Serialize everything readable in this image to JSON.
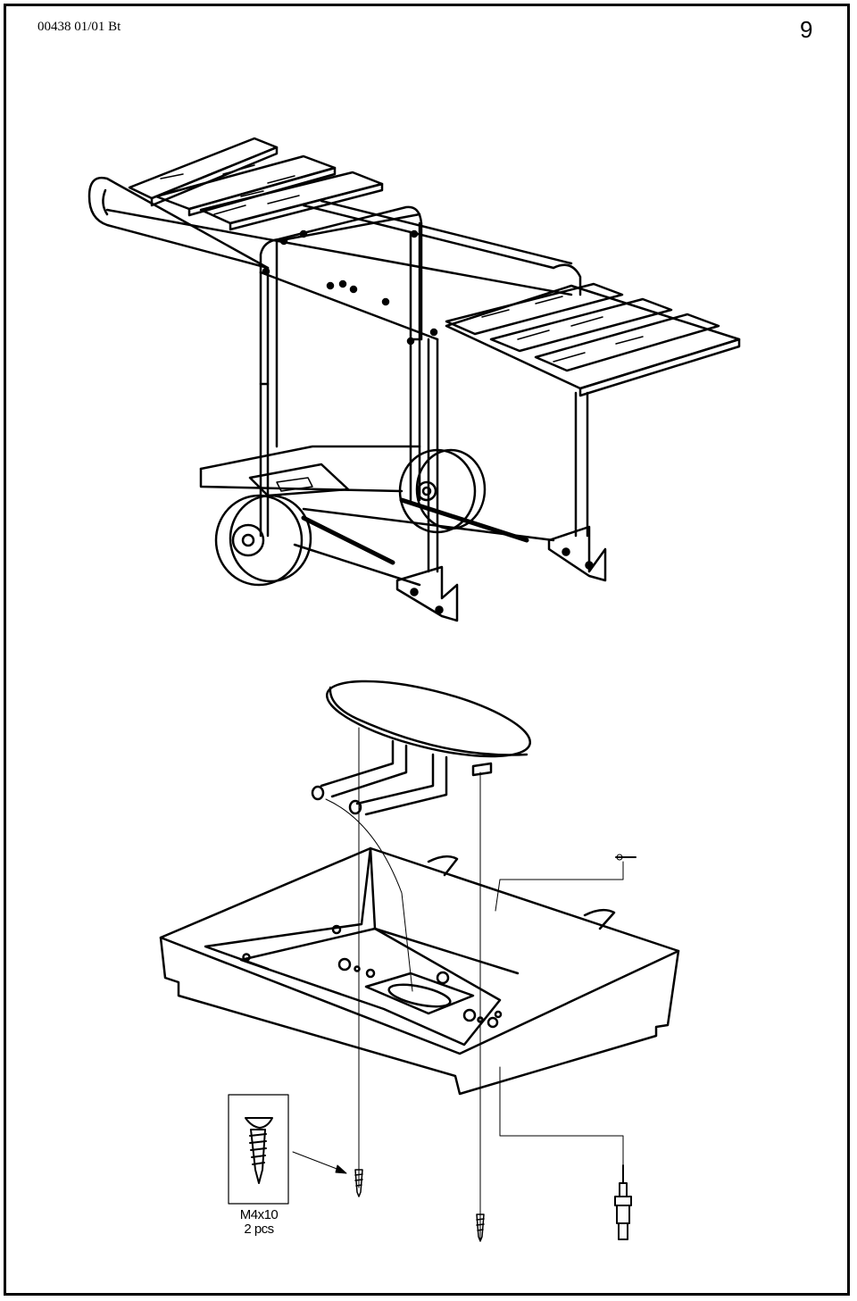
{
  "header": {
    "doc_code": "00438  01/01 Bt",
    "page_number": "9"
  },
  "hardware": {
    "screw_size": "M4x10",
    "screw_qty": "2 pcs"
  }
}
